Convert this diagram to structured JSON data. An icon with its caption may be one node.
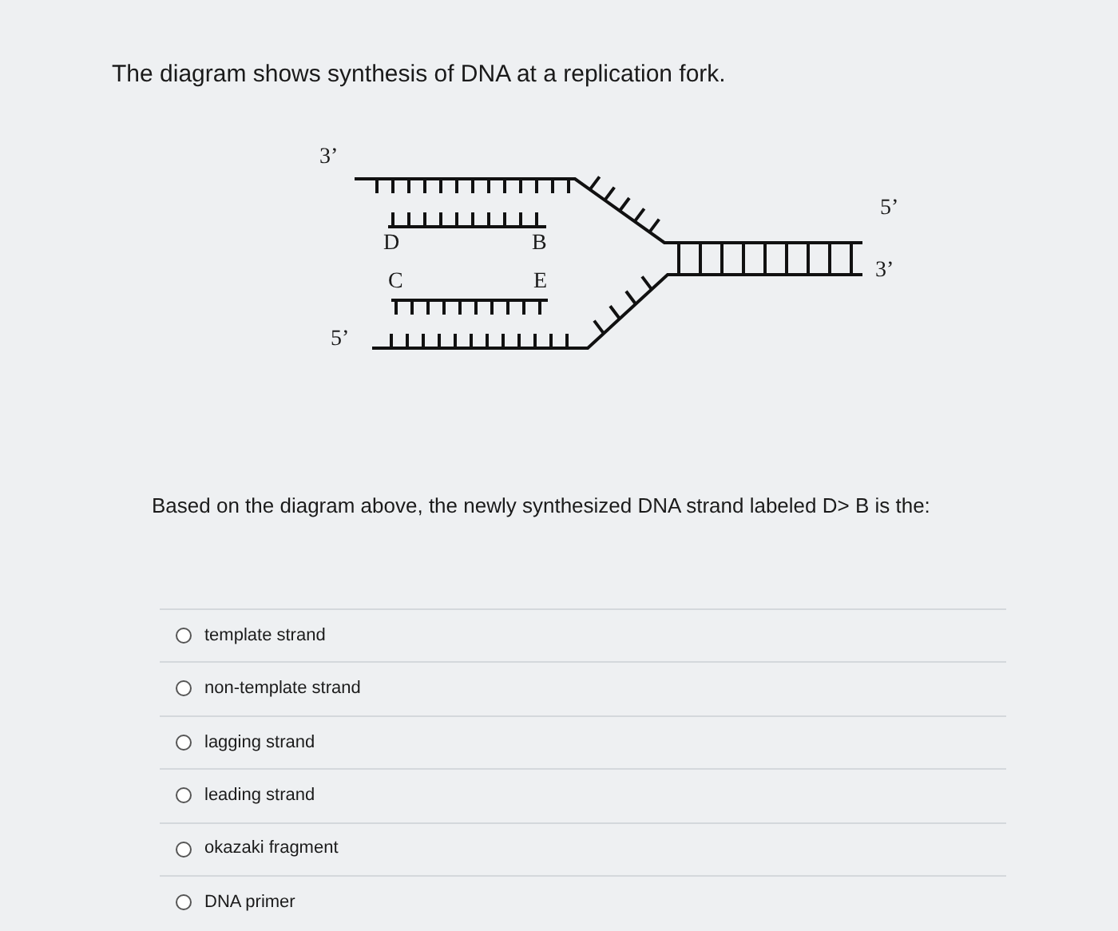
{
  "diagram": {
    "title": "The diagram shows synthesis of DNA at a replication fork.",
    "labels": [
      "3’",
      "5’",
      "D",
      "B",
      "3’",
      "C",
      "E",
      "5’",
      "Based on the diagram above, the newly synthesized DNA strand labeled D> B is the:",
      "template strand",
      "non-template strand",
      "lagging strand",
      "leading strand",
      "okazaki fragment",
      "DNA primer"
    ]
  }
}
